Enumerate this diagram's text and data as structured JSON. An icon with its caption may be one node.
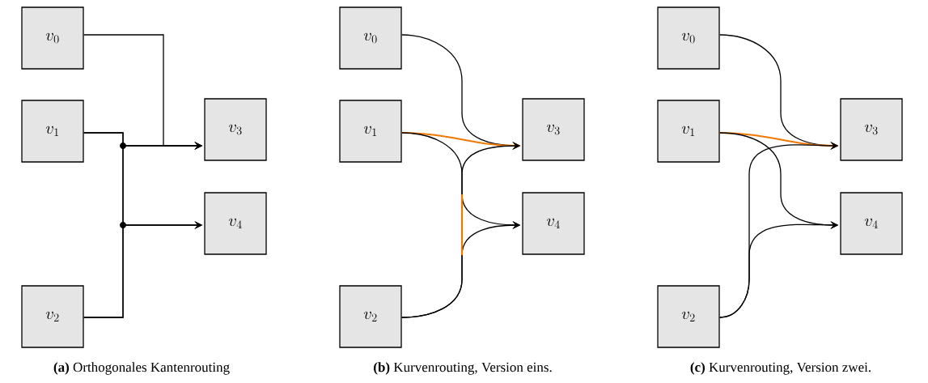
{
  "diagram": {
    "nodes": [
      {
        "text": [
          "v_0"
        ]
      },
      {
        "text": [
          "v_1"
        ]
      },
      {
        "text": [
          "v_2"
        ]
      },
      {
        "text": [
          "v_3"
        ]
      },
      {
        "text": [
          "v_4"
        ]
      },
      {
        "text": [
          "v_0"
        ]
      },
      {
        "text": [
          "v_1"
        ]
      },
      {
        "text": [
          "v_2"
        ]
      },
      {
        "text": [
          "v_3"
        ]
      },
      {
        "text": [
          "v_4"
        ]
      },
      {
        "text": [
          "v_0"
        ]
      },
      {
        "text": [
          "v_1"
        ]
      },
      {
        "text": [
          "v_2"
        ]
      },
      {
        "text": [
          "v_3"
        ]
      },
      {
        "text": [
          "v_4"
        ]
      }
    ],
    "edges": [
      {
        "from": 0,
        "to": 3,
        "arrow": "to"
      },
      {
        "from": 1,
        "to": 3,
        "arrow": "to"
      },
      {
        "from": 1,
        "to": 4,
        "arrow": "to"
      },
      {
        "from": 2,
        "to": 3,
        "arrow": "to"
      },
      {
        "from": 2,
        "to": 4,
        "arrow": "to"
      },
      {
        "from": 5,
        "to": 8,
        "arrow": "to"
      },
      {
        "from": 6,
        "to": 8,
        "arrow": "to",
        "color": "#f07800"
      },
      {
        "from": 6,
        "to": 9,
        "arrow": "to"
      },
      {
        "from": 7,
        "to": 8,
        "arrow": "to"
      },
      {
        "from": 7,
        "to": 9,
        "arrow": "to"
      },
      {
        "from": 10,
        "to": 13,
        "arrow": "to"
      },
      {
        "from": 11,
        "to": 13,
        "arrow": "to",
        "color": "#f07800"
      },
      {
        "from": 11,
        "to": 14,
        "arrow": "to"
      },
      {
        "from": 12,
        "to": 13,
        "arrow": "to"
      },
      {
        "from": 12,
        "to": 14,
        "arrow": "to"
      }
    ],
    "labels": [
      "**(a)** Orthogonales Kantenrouting",
      "**(b)** Kurvenrouting, Version eins.",
      "**(c)** Kurvenrouting, Version zwei."
    ]
  }
}
